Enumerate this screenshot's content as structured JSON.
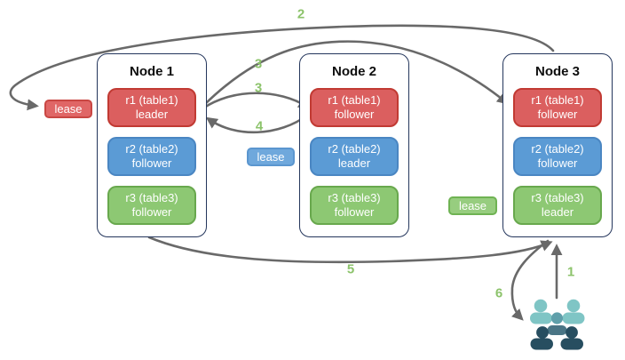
{
  "colors": {
    "red_fill": "#db5f5f",
    "red_border": "#c13a33",
    "blue_fill": "#5b9bd5",
    "blue_border": "#4a86c2",
    "green_fill": "#8dc873",
    "green_border": "#68a84d",
    "lease_red_fill": "#e06666",
    "lease_red_border": "#c94743",
    "lease_blue_fill": "#6fa8dc",
    "lease_blue_border": "#5b96cf",
    "lease_green_fill": "#97cd7f",
    "lease_green_border": "#6fb353",
    "step_label": "#8cc36b",
    "arrow": "#696969",
    "node_border": "#24365c",
    "users_light": "#7fc5c5",
    "users_mid_head": "#5f9faa",
    "users_mid_body": "#4a7585",
    "users_dark": "#274e60"
  },
  "diagram": {
    "nodes": [
      {
        "title": "Node 1",
        "replicas": [
          {
            "line1": "r1 (table1)",
            "line2": "leader",
            "color": "red"
          },
          {
            "line1": "r2 (table2)",
            "line2": "follower",
            "color": "blue"
          },
          {
            "line1": "r3 (table3)",
            "line2": "follower",
            "color": "green"
          }
        ]
      },
      {
        "title": "Node 2",
        "replicas": [
          {
            "line1": "r1 (table1)",
            "line2": "follower",
            "color": "red"
          },
          {
            "line1": "r2 (table2)",
            "line2": "leader",
            "color": "blue"
          },
          {
            "line1": "r3 (table3)",
            "line2": "follower",
            "color": "green"
          }
        ]
      },
      {
        "title": "Node 3",
        "replicas": [
          {
            "line1": "r1 (table1)",
            "line2": "follower",
            "color": "red"
          },
          {
            "line1": "r2 (table2)",
            "line2": "follower",
            "color": "blue"
          },
          {
            "line1": "r3 (table3)",
            "line2": "leader",
            "color": "green"
          }
        ]
      }
    ],
    "leases": [
      {
        "label": "lease",
        "color": "red"
      },
      {
        "label": "lease",
        "color": "blue"
      },
      {
        "label": "lease",
        "color": "green"
      }
    ],
    "steps": {
      "s1": "1",
      "s2": "2",
      "s3a": "3",
      "s3b": "3",
      "s4": "4",
      "s5": "5",
      "s6": "6"
    }
  }
}
